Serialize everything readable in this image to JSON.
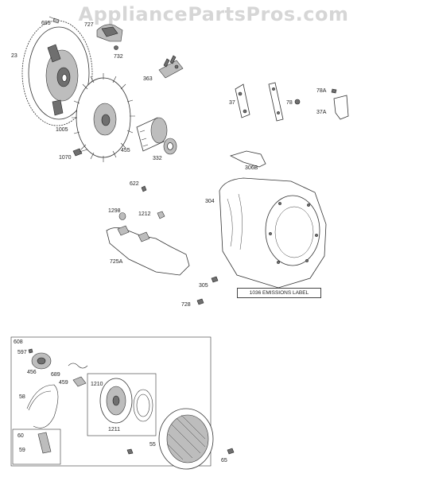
{
  "watermark": "AppliancePartsPros.com",
  "emissions_label": "1036 EMISSIONS LABEL",
  "labels": {
    "p695": "695",
    "p727": "727",
    "p732": "732",
    "p23": "23",
    "p363": "363",
    "p1005": "1005",
    "p455": "455",
    "p332": "332",
    "p1070": "1070",
    "p37": "37",
    "p78": "78",
    "p78a": "78A",
    "p37a": "37A",
    "p306b": "306B",
    "p304": "304",
    "p622": "622",
    "p1298": "1298",
    "p1212": "1212",
    "p725a": "725A",
    "p305": "305",
    "p728": "728",
    "p608": "608",
    "p597": "597",
    "p456": "456",
    "p689": "689",
    "p459": "459",
    "p58": "58",
    "p1210": "1210",
    "p1211": "1211",
    "p60": "60",
    "p59": "59",
    "p55": "55",
    "p65": "65"
  }
}
